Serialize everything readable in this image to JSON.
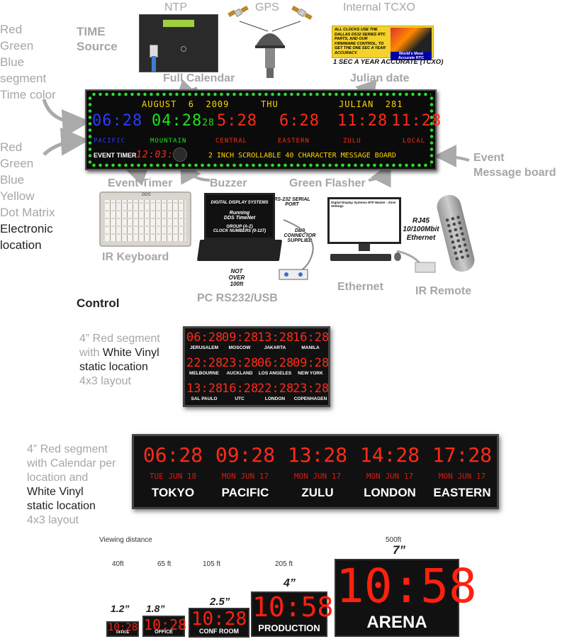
{
  "top_sources": {
    "ntp_label": "NTP",
    "gps_label": "GPS",
    "tcxo_label": "Internal TCXO",
    "time_source_label_1": "TIME",
    "time_source_label_2": "Source",
    "tcxo_ad_text": "ALL CLOCKS USE THE DALLAS DS32 SERIES RTC PARTS, AND OUR FIRMWARE CONTROL, TO GET THE ONE SEC A YEAR ACCURACY.",
    "tcxo_ad_badge": "World's Most Accurate RTC",
    "tcxo_caption": "1 SEC A YEAR ACCURATE (TCXO)"
  },
  "left_labels": {
    "color_lines": [
      "Red",
      "Green",
      "Blue",
      "segment",
      "Time color"
    ],
    "dot_lines": [
      "Red",
      "Green",
      "Blue",
      "Yellow",
      "Dot Matrix"
    ],
    "electronic_lines": [
      "Electronic",
      "location"
    ]
  },
  "callouts": {
    "full_calendar": "Full Calendar",
    "julian_date": "Julian date",
    "event_timer": "Event Timer",
    "buzzer": "Buzzer",
    "green_flasher": "Green Flasher",
    "event_message_1": "Event",
    "event_message_2": "Message board"
  },
  "main_board": {
    "date": "AUGUST  6  2009",
    "day": "THU",
    "julian": "JULIAN  281",
    "times": [
      {
        "time": "06:28",
        "zone": "PACIFIC",
        "color": "#2a3bff"
      },
      {
        "time": "04:28",
        "sec": "28",
        "zone": "MOUNTAIN",
        "color": "#1fe01f"
      },
      {
        "time": "5:28",
        "zone": "CENTRAL",
        "color": "#ff2a1a"
      },
      {
        "time": "6:28",
        "zone": "EASTERN",
        "color": "#ff2a1a"
      },
      {
        "time": "11:28",
        "zone": "ZULU",
        "color": "#ff2a1a"
      },
      {
        "time": "11:28",
        "zone": "LOCAL",
        "color": "#ff2a1a"
      }
    ],
    "event_timer_label": "EVENT TIMER",
    "event_timer_value": "12:03:20",
    "message": "2 INCH SCROLLABLE 40 CHARACTER MESSAGE BOARD"
  },
  "control_row": {
    "ir_keyboard": "IR Keyboard",
    "keyboard_brand": "DDS",
    "pc_label": "PC RS232/USB",
    "laptop_line1": "DIGITAL DISPLAY SYSTEMS",
    "laptop_line2": "Running",
    "laptop_line3": "DDS TimeNet",
    "laptop_line4": "GROUP (A-Z)",
    "laptop_line5": "CLOCK NUMBERS (0-127)",
    "rs232_port": "RS-232 SERIAL PORT",
    "db9": "DB9 CONNECTOR SUPPLIED",
    "not_over": "NOT OVER 100ft",
    "ethernet": "Ethernet",
    "rj45": "RJ45 10/100Mbit Ethernet",
    "monitor_title": "Digital Display Systems NTP Master - Zone Settings",
    "ir_remote": "IR Remote",
    "control_heading": "Control"
  },
  "board_4x3": {
    "desc_line1_a": "4” Red segment",
    "desc_line2_a": "with ",
    "desc_line2_b": "White Vinyl",
    "desc_line3": "static location",
    "desc_line4": "4x3 layout",
    "cells": [
      {
        "time": "06:28",
        "city": "JERUSALEM"
      },
      {
        "time": "09:28",
        "city": "MOSCOW"
      },
      {
        "time": "13:28",
        "city": "JAKARTA"
      },
      {
        "time": "16:28",
        "city": "MANILA"
      },
      {
        "time": "22:28",
        "city": "MELBOURNE"
      },
      {
        "time": "23:28",
        "city": "AUCKLAND"
      },
      {
        "time": "06:28",
        "city": "LOS ANGELES"
      },
      {
        "time": "09:28",
        "city": "NEW YORK"
      },
      {
        "time": "13:28",
        "city": "SAL PAULO"
      },
      {
        "time": "16:28",
        "city": "UTC"
      },
      {
        "time": "22:28",
        "city": "LONDON"
      },
      {
        "time": "23:28",
        "city": "COPENHAGEN"
      }
    ]
  },
  "board_calendar": {
    "desc_line1": "4” Red segment",
    "desc_line2_a": "with ",
    "desc_line2_b": "Calendar per",
    "desc_line3": "location and",
    "desc_line4": "White Vinyl",
    "desc_line5": "static location",
    "desc_line6": "4x3 layout",
    "cells": [
      {
        "time": "06:28",
        "date": "TUE JUN 18",
        "city": "TOKYO"
      },
      {
        "time": "09:28",
        "date": "MON JUN 17",
        "city": "PACIFIC"
      },
      {
        "time": "13:28",
        "date": "MON JUN 17",
        "city": "ZULU"
      },
      {
        "time": "14:28",
        "date": "MON JUN 17",
        "city": "LONDON"
      },
      {
        "time": "17:28",
        "date": "MON JUN 17",
        "city": "EASTERN"
      }
    ]
  },
  "viewing": {
    "heading": "Viewing distance",
    "items": [
      {
        "dist": "40ft",
        "size": "1.2”",
        "time": "10:28",
        "caption": "OFFICE"
      },
      {
        "dist": "65 ft",
        "size": "1.8”",
        "time": "10:28",
        "caption": "OFFICE"
      },
      {
        "dist": "105 ft",
        "size": "2.5”",
        "time": "10:28",
        "caption": "CONF ROOM"
      },
      {
        "dist": "205 ft",
        "size": "4”",
        "time": "10:58",
        "caption": "PRODUCTION"
      },
      {
        "dist": "500ft",
        "size": "7”",
        "time": "10:58",
        "caption": "ARENA"
      }
    ]
  }
}
